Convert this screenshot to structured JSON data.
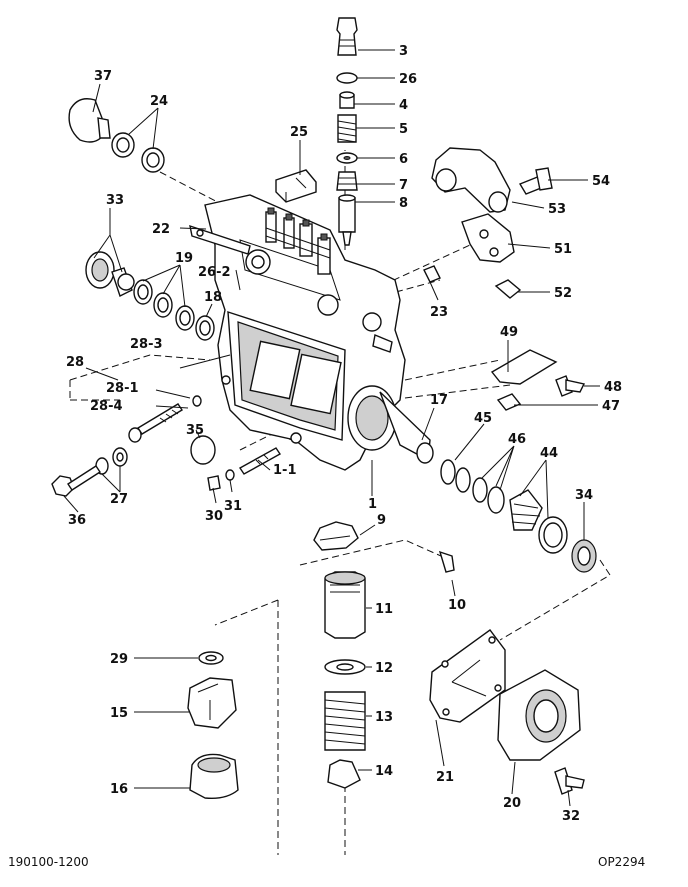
{
  "diagram": {
    "footer_left": "190100-1200",
    "footer_right": "OP2294",
    "callouts": {
      "c1": "1",
      "c1_1": "1-1",
      "c3": "3",
      "c4": "4",
      "c5": "5",
      "c6": "6",
      "c7": "7",
      "c8": "8",
      "c9": "9",
      "c10": "10",
      "c11": "11",
      "c12": "12",
      "c13": "13",
      "c14": "14",
      "c15": "15",
      "c16": "16",
      "c17": "17",
      "c18": "18",
      "c19": "19",
      "c20": "20",
      "c21": "21",
      "c22": "22",
      "c23": "23",
      "c24": "24",
      "c25": "25",
      "c26": "26",
      "c26_2": "26-2",
      "c27": "27",
      "c28": "28",
      "c28_1": "28-1",
      "c28_3": "28-3",
      "c28_4": "28-4",
      "c29": "29",
      "c30": "30",
      "c31": "31",
      "c32": "32",
      "c33": "33",
      "c34": "34",
      "c35": "35",
      "c36": "36",
      "c37": "37",
      "c44": "44",
      "c45": "45",
      "c46": "46",
      "c47": "47",
      "c48": "48",
      "c49": "49",
      "c51": "51",
      "c52": "52",
      "c53": "53",
      "c54": "54"
    }
  }
}
